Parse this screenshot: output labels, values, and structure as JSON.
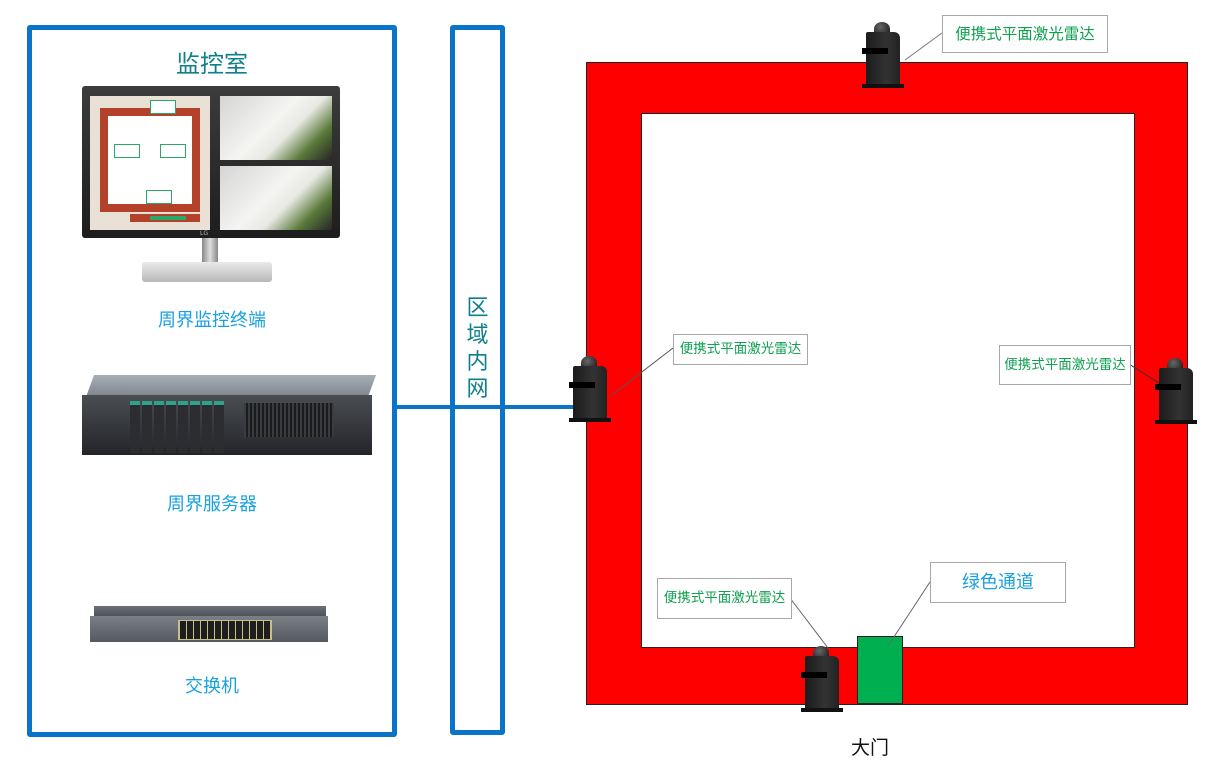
{
  "monitoring_room": {
    "title": "监控室",
    "devices": [
      {
        "id": "terminal",
        "label": "周界监控终端",
        "icon": "monitor-icon"
      },
      {
        "id": "server",
        "label": "周界服务器",
        "icon": "server-icon"
      },
      {
        "id": "switch",
        "label": "交换机",
        "icon": "network-switch-icon"
      }
    ],
    "monitor_brand": "LG"
  },
  "network": {
    "label": "区域内网"
  },
  "perimeter": {
    "lidars": [
      {
        "position": "top",
        "label": "便携式平面激光雷达"
      },
      {
        "position": "left",
        "label": "便携式平面激光雷达"
      },
      {
        "position": "right",
        "label": "便携式平面激光雷达"
      },
      {
        "position": "bottom",
        "label": "便携式平面激光雷达"
      }
    ],
    "green_channel": {
      "label": "绿色通道"
    },
    "gate": {
      "label": "大门"
    },
    "colors": {
      "frame": "#ff0000",
      "green_channel": "#00b050",
      "link": "#0a74c8",
      "callout_text": "#10a050"
    }
  }
}
